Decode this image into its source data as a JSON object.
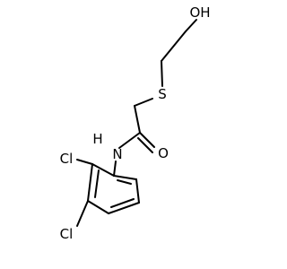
{
  "molecule": {
    "atoms": {
      "hydroxyl": "OH",
      "sulfur": "S",
      "carbonyl_oxygen": "O",
      "amide_nitrogen": "N",
      "amide_hydrogen": "H",
      "chlorine_ortho": "Cl",
      "chlorine_meta": "Cl"
    },
    "colors": {
      "bond": "#000000",
      "label": "#000000",
      "background": "#ffffff"
    }
  }
}
